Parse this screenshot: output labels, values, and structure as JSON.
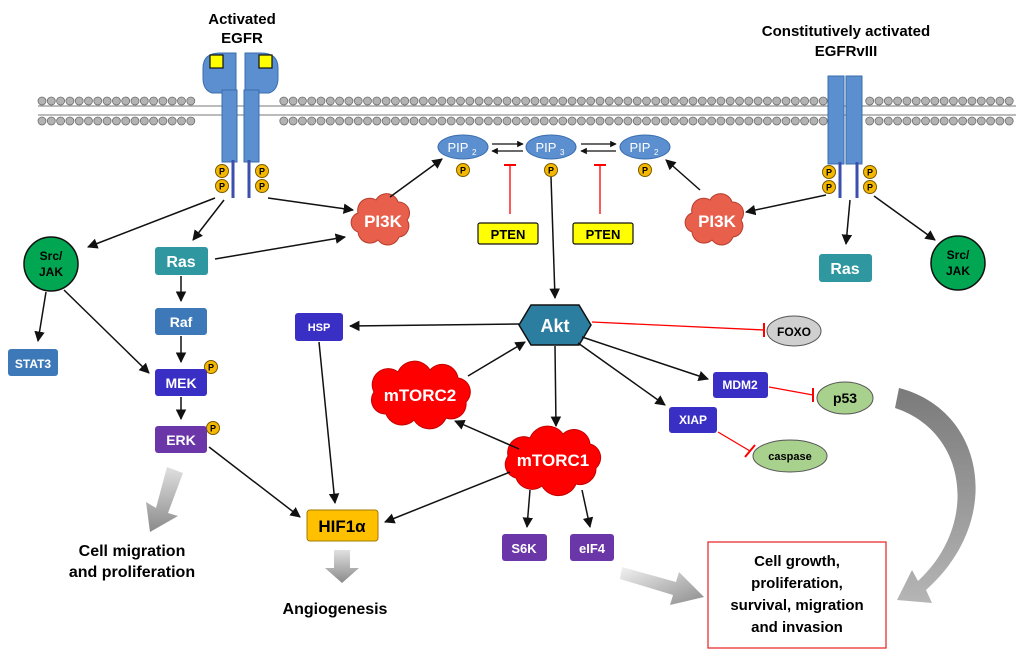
{
  "receptors": {
    "egfr_title_line1": "Activated",
    "egfr_title_line2": "EGFR",
    "egfrviii_title_line1": "Constitutively activated",
    "egfrviii_title_line2": "EGFRvIII",
    "phospho": "P"
  },
  "membrane": {
    "pip2_left": "PIP",
    "pip2_left_sub": "2",
    "pip3": "PIP",
    "pip3_sub": "3",
    "pip2_right": "PIP",
    "pip2_right_sub": "2",
    "pten_left": "PTEN",
    "pten_right": "PTEN"
  },
  "nodes": {
    "pi3k_left": "PI3K",
    "pi3k_right": "PI3K",
    "src_jak_left_line1": "Src/",
    "src_jak_left_line2": "JAK",
    "src_jak_right_line1": "Src/",
    "src_jak_right_line2": "JAK",
    "ras_left": "Ras",
    "ras_right": "Ras",
    "raf": "Raf",
    "mek": "MEK",
    "erk": "ERK",
    "stat3": "STAT3",
    "hsp": "HSP",
    "akt": "Akt",
    "foxo": "FOXO",
    "mdm2": "MDM2",
    "p53": "p53",
    "xiap": "XIAP",
    "caspase": "caspase",
    "mtorc2": "mTORC2",
    "mtorc1": "mTORC1",
    "hif1a": "HIF1α",
    "s6k": "S6K",
    "eif4": "eIF4"
  },
  "outcomes": {
    "cell_migration_line1": "Cell migration",
    "cell_migration_line2": "and proliferation",
    "angiogenesis": "Angiogenesis",
    "growth_line1": "Cell growth,",
    "growth_line2": "proliferation,",
    "growth_line3": "survival, migration",
    "growth_line4": "and invasion"
  },
  "colors": {
    "receptor": "#5b8fd0",
    "membrane_head": "#b3b3b3",
    "phospho": "#f5b800",
    "pi3k": "#e8604c",
    "green": "#00a651",
    "teal": "#2f97a0",
    "steel": "#3d79b8",
    "indigo": "#3a2fc4",
    "purple": "#6a36a8",
    "mtor": "#ff0000",
    "hif": "#ffc000",
    "pten": "#ffff00",
    "akt": "#2b7ea0",
    "light_green": "#a9d18e",
    "grey": "#cfcfcf",
    "inhibit": "#ff0000"
  }
}
